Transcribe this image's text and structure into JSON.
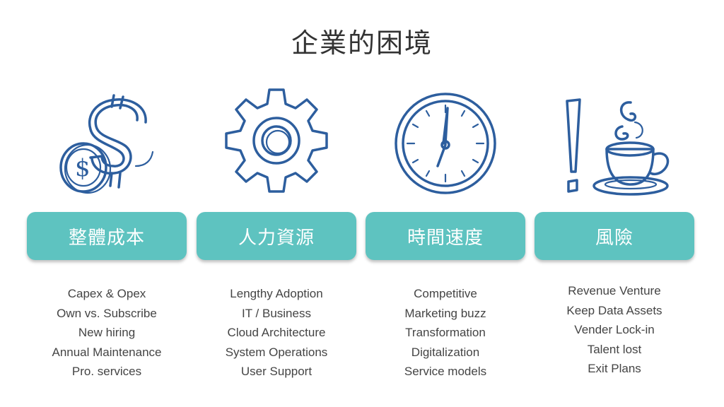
{
  "title": "企業的困境",
  "columns": [
    {
      "icon": "money-icon",
      "label": "整體成本",
      "items": [
        "Capex & Opex",
        "Own vs. Subscribe",
        "New hiring",
        "Annual Maintenance",
        "Pro. services"
      ]
    },
    {
      "icon": "gear-icon",
      "label": "人力資源",
      "items": [
        "Lengthy Adoption",
        "IT / Business",
        "Cloud Architecture",
        "System Operations",
        "User Support"
      ]
    },
    {
      "icon": "clock-icon",
      "label": "時間速度",
      "items": [
        "Competitive",
        "Marketing buzz",
        "Transformation",
        "Digitalization",
        "Service models"
      ]
    },
    {
      "icon": "exclamation-coffee-icon",
      "label": "風險",
      "items": [
        "Revenue Venture",
        "Keep Data Assets",
        "Vender Lock-in",
        "Talent lost",
        "Exit Plans"
      ]
    }
  ],
  "colors": {
    "accent": "#5ec3c0",
    "icon": "#2d5e9e",
    "text": "#444444"
  }
}
